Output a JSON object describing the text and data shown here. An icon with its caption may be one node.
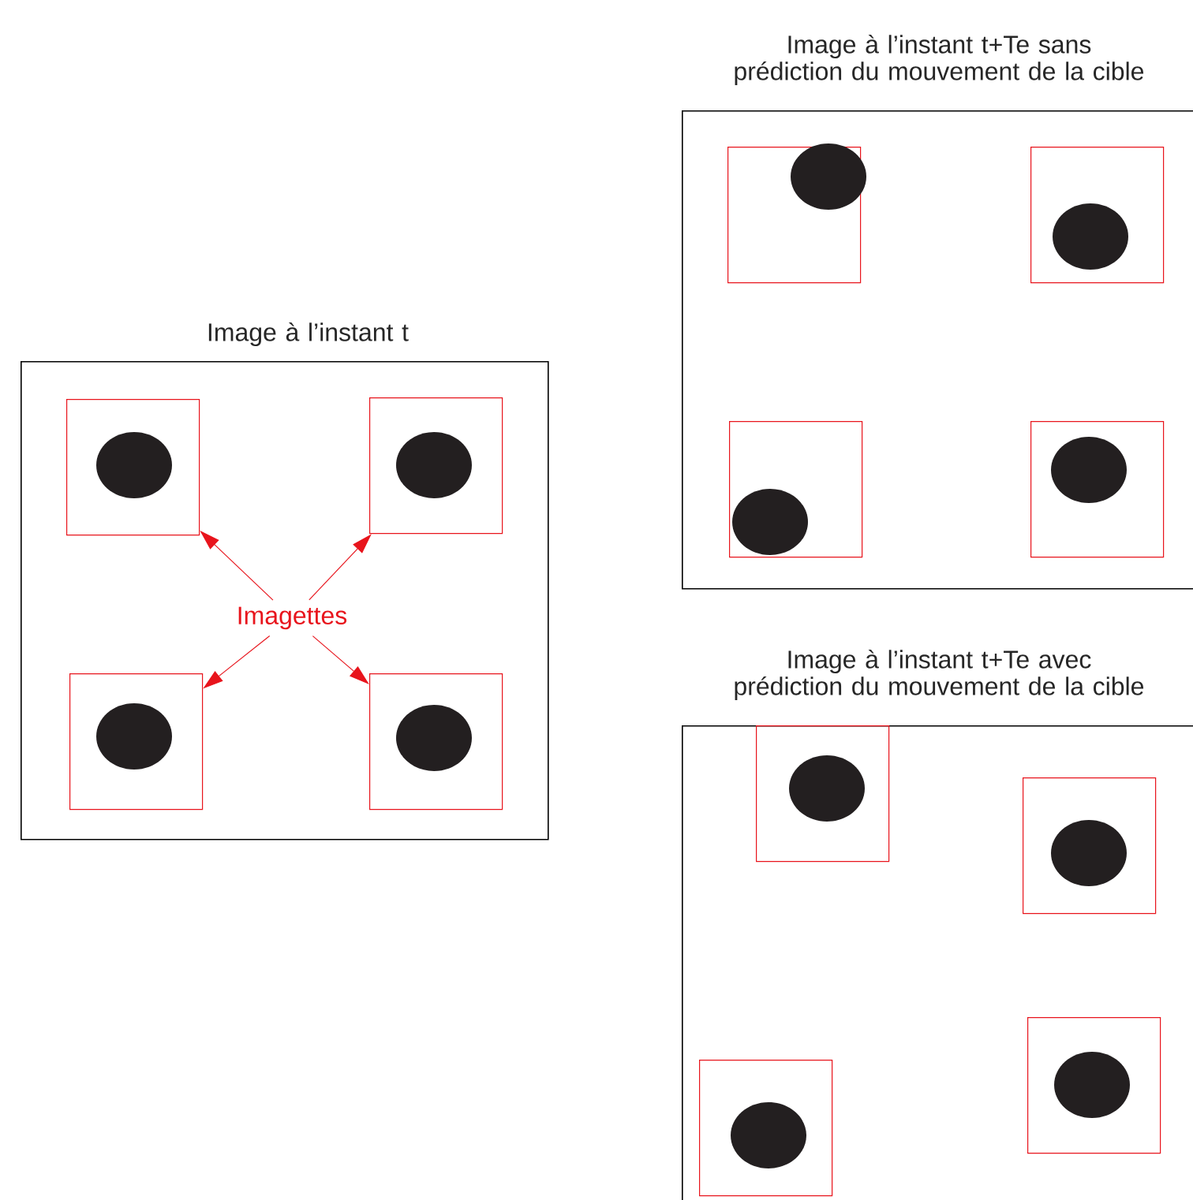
{
  "diagram": {
    "nodes": [
      {
        "text": [
          "Image à l’instant t"
        ]
      },
      {
        "text": [],
        "shape": "box",
        "in": 0
      },
      {
        "text": [],
        "shape": "box",
        "in": 0
      },
      {
        "text": [],
        "shape": "box",
        "in": 0
      },
      {
        "text": [],
        "shape": "box",
        "in": 0
      },
      {
        "text": [
          "Imagettes"
        ],
        "in": 0
      },
      {
        "text": [
          "Image à l’instant t+Te sans prédiction du mouvement de la cible"
        ]
      },
      {
        "text": [],
        "shape": "box",
        "in": 6
      },
      {
        "text": [],
        "shape": "box",
        "in": 6
      },
      {
        "text": [],
        "shape": "box",
        "in": 6
      },
      {
        "text": [],
        "shape": "box",
        "in": 6
      },
      {
        "text": [
          "Image à l’instant t+Te avec prédiction du mouvement de la cible"
        ]
      },
      {
        "text": [],
        "shape": "box",
        "in": 11
      },
      {
        "text": [],
        "shape": "box",
        "in": 11
      },
      {
        "text": [],
        "shape": "box",
        "in": 11
      },
      {
        "text": [],
        "shape": "box",
        "in": 11
      }
    ],
    "edges": [
      {
        "from": 5,
        "to": 1,
        "arrow": "to"
      },
      {
        "from": 5,
        "to": 2,
        "arrow": "to"
      },
      {
        "from": 5,
        "to": 3,
        "arrow": "to"
      },
      {
        "from": 5,
        "to": 4,
        "arrow": "to"
      }
    ]
  }
}
